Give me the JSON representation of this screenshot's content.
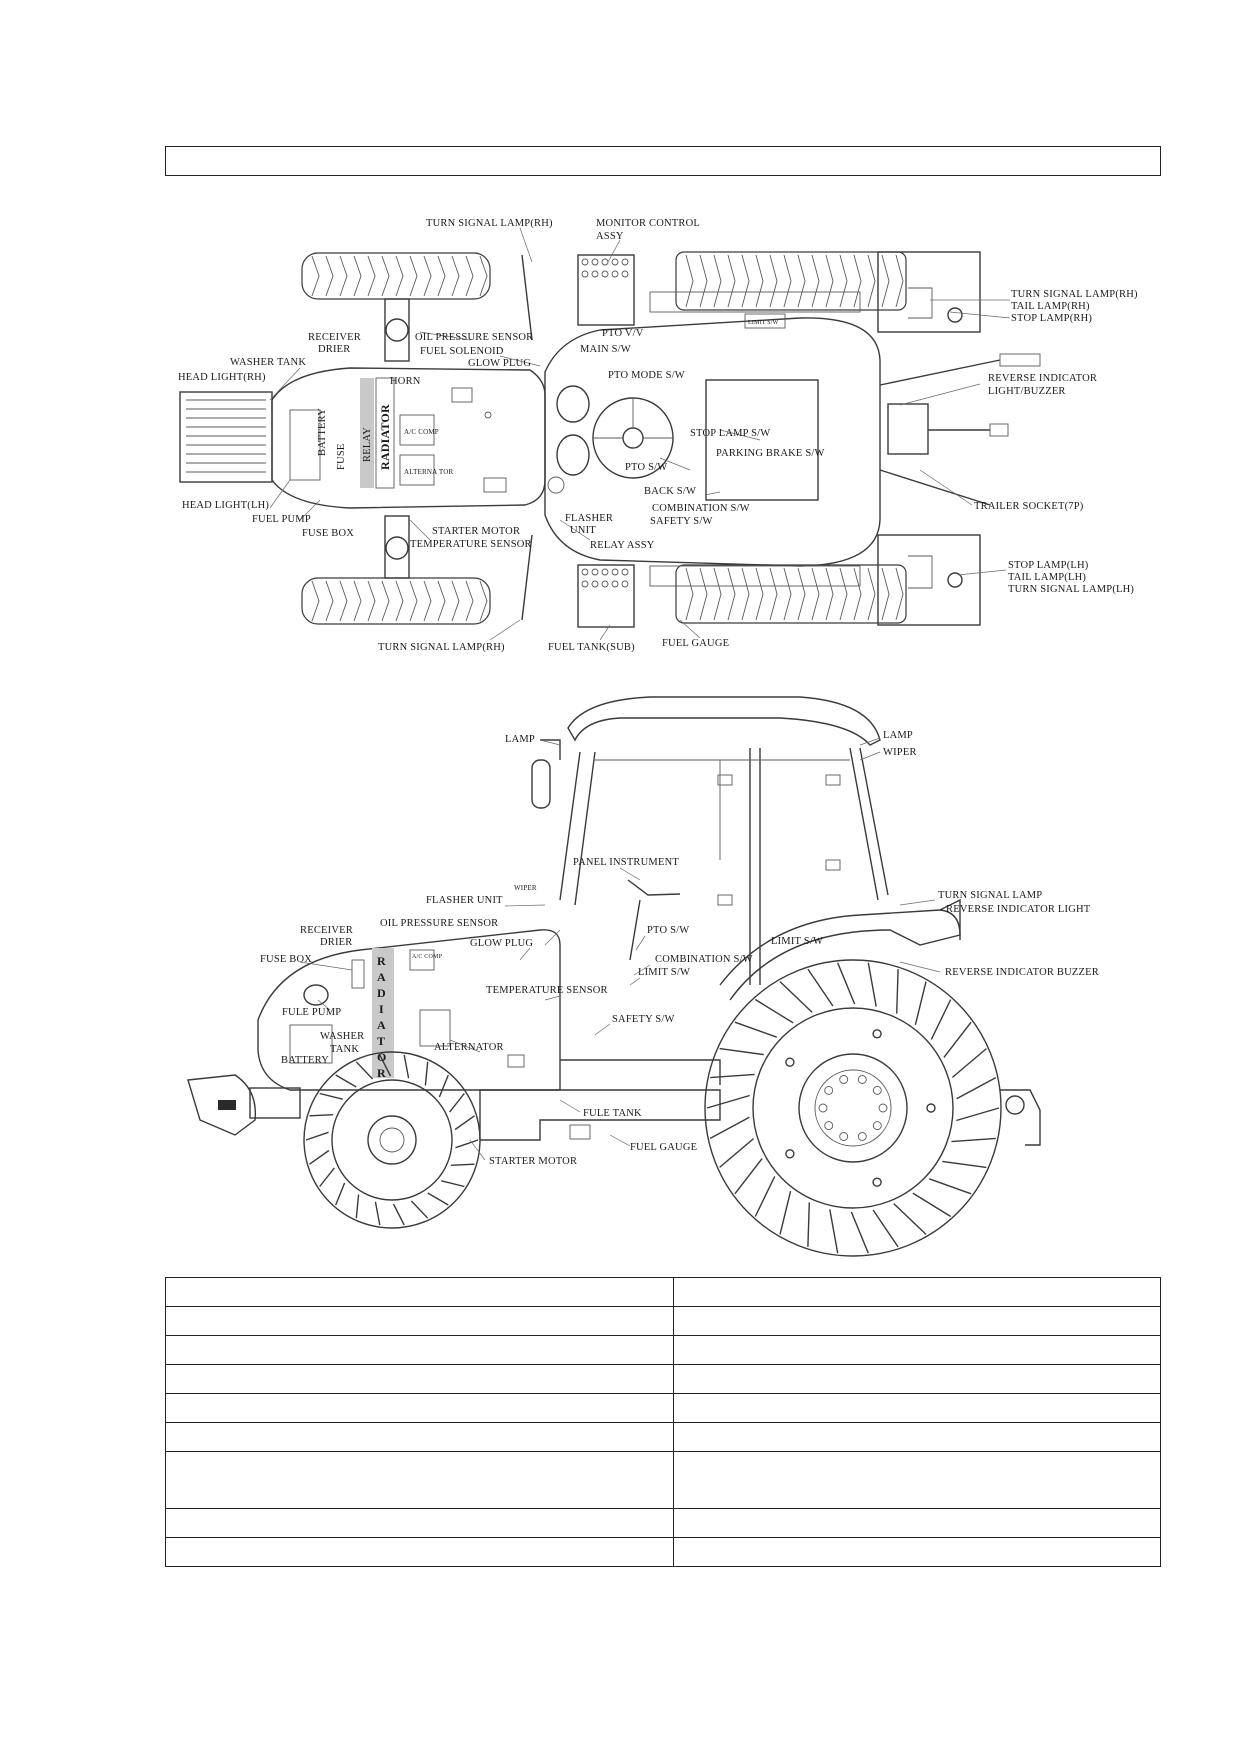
{
  "page": {
    "title_box_text": ""
  },
  "top_view": {
    "labels": {
      "turn_signal_lamp_rh_top": "TURN SIGNAL LAMP(RH)",
      "monitor_control": "MONITOR CONTROL",
      "monitor_control_assy": "ASSY",
      "turn_signal_lamp_rh_rear": "TURN SIGNAL LAMP(RH)",
      "tail_lamp_rh": "TAIL LAMP(RH)",
      "stop_lamp_rh": "STOP LAMP(RH)",
      "receiver": "RECEIVER",
      "drier": "DRIER",
      "oil_pressure_sensor": "OIL PRESSURE SENSOR",
      "fuel_solenoid": "FUEL SOLENOID",
      "glow_plug": "GLOW PLUG",
      "washer_tank": "WASHER TANK",
      "head_light_rh": "HEAD LIGHT(RH)",
      "horn": "HORN",
      "pto_vv": "PTO V/V",
      "main_sw": "MAIN S/W",
      "pto_mode_sw": "PTO MODE S/W",
      "reverse_indicator": "REVERSE INDICATOR",
      "light_buzzer": "LIGHT/BUZZER",
      "stop_lamp_sw": "STOP LAMP S/W",
      "parking_brake_sw": "PARKING BRAKE S/W",
      "pto_sw": "PTO S/W",
      "back_sw": "BACK S/W",
      "combination_sw": "COMBINATION S/W",
      "safety_sw": "SAFETY S/W",
      "trailer_socket": "TRAILER SOCKET(7P)",
      "head_light_lh": "HEAD LIGHT(LH)",
      "fuel_pump": "FUEL PUMP",
      "fuse_box": "FUSE BOX",
      "starter_motor": "STARTER MOTOR",
      "temperature_sensor": "TEMPERATURE SENSOR",
      "flasher": "FLASHER",
      "unit": "UNIT",
      "relay_assy": "RELAY ASSY",
      "stop_lamp_lh": "STOP LAMP(LH)",
      "tail_lamp_lh": "TAIL LAMP(LH)",
      "turn_signal_lamp_lh": "TURN SIGNAL LAMP(LH)",
      "turn_signal_lamp_bottom": "TURN SIGNAL LAMP(RH)",
      "fuel_tank_sub": "FUEL TANK(SUB)",
      "fuel_gauge": "FUEL GAUGE",
      "battery": "BATTERY",
      "fuse": "FUSE",
      "relay": "RELAY",
      "radiator": "RADIATOR",
      "ac_comp": "A/C COMP",
      "alternator_short": "ALTERNA TOR",
      "limit_sw_plate": "LIMIT S/W"
    }
  },
  "side_view": {
    "labels": {
      "lamp_left": "LAMP",
      "lamp_right": "LAMP",
      "wiper_right": "WIPER",
      "panel_instrument": "PANEL INSTRUMENT",
      "wiper_small": "WIPER",
      "flasher_unit": "FLASHER UNIT",
      "turn_signal_lamp": "TURN SIGNAL LAMP",
      "reverse_indicator_light": "REVERSE INDICATOR LIGHT",
      "receiver": "RECEIVER",
      "drier": "DRIER",
      "oil_pressure_sensor": "OIL PRESSURE SENSOR",
      "glow_plug": "GLOW PLUG",
      "pto_sw": "PTO S/W",
      "limit_sw_top": "LIMIT S/W",
      "fuse_box": "FUSE BOX",
      "combination_sw": "COMBINATION S/W",
      "limit_sw": "LIMIT S/W",
      "reverse_indicator_buzzer": "REVERSE INDICATOR BUZZER",
      "temperature_sensor": "TEMPERATURE SENSOR",
      "fuel_pump": "FULE PUMP",
      "safety_sw": "SAFETY S/W",
      "washer": "WASHER",
      "tank": "TANK",
      "alternator": "ALTERNATOR",
      "battery": "BATTERY",
      "fuel_tank": "FULE TANK",
      "fuel_gauge": "FUEL GAUGE",
      "starter_motor": "STARTER MOTOR",
      "ac_comp": "A/C COMP",
      "radiator_letters": [
        "R",
        "A",
        "D",
        "I",
        "A",
        "T",
        "O",
        "R"
      ]
    }
  },
  "parts_table": {
    "rows": [
      {
        "c1": "",
        "c2": ""
      },
      {
        "c1": "",
        "c2": ""
      },
      {
        "c1": "",
        "c2": ""
      },
      {
        "c1": "",
        "c2": ""
      },
      {
        "c1": "",
        "c2": ""
      },
      {
        "c1": "",
        "c2": ""
      },
      {
        "c1": "",
        "c2": ""
      },
      {
        "c1": "",
        "c2": ""
      },
      {
        "c1": "",
        "c2": ""
      },
      {
        "c1": "",
        "c2": ""
      }
    ]
  }
}
